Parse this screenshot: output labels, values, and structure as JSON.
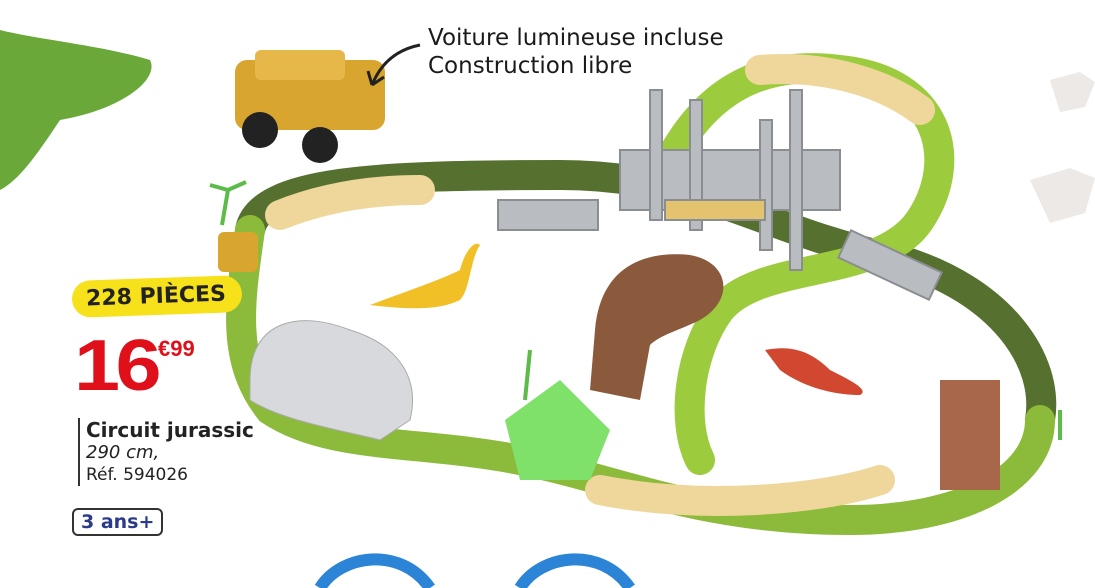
{
  "caption": {
    "line1": "Voiture lumineuse incluse",
    "line2": "Construction libre"
  },
  "pieces_badge": "228 PIÈCES",
  "price": {
    "integer": "16",
    "cents": "€99",
    "color": "#e0101b"
  },
  "product": {
    "name": "Circuit jurassic",
    "length": "290 cm,",
    "reference": "Réf. 594026"
  },
  "age_badge": "3 ans+",
  "colors": {
    "badge": "#f6e11b",
    "track_dark": "#56702f",
    "track_light": "#9ccc3d",
    "track_sand": "#efd79c"
  }
}
